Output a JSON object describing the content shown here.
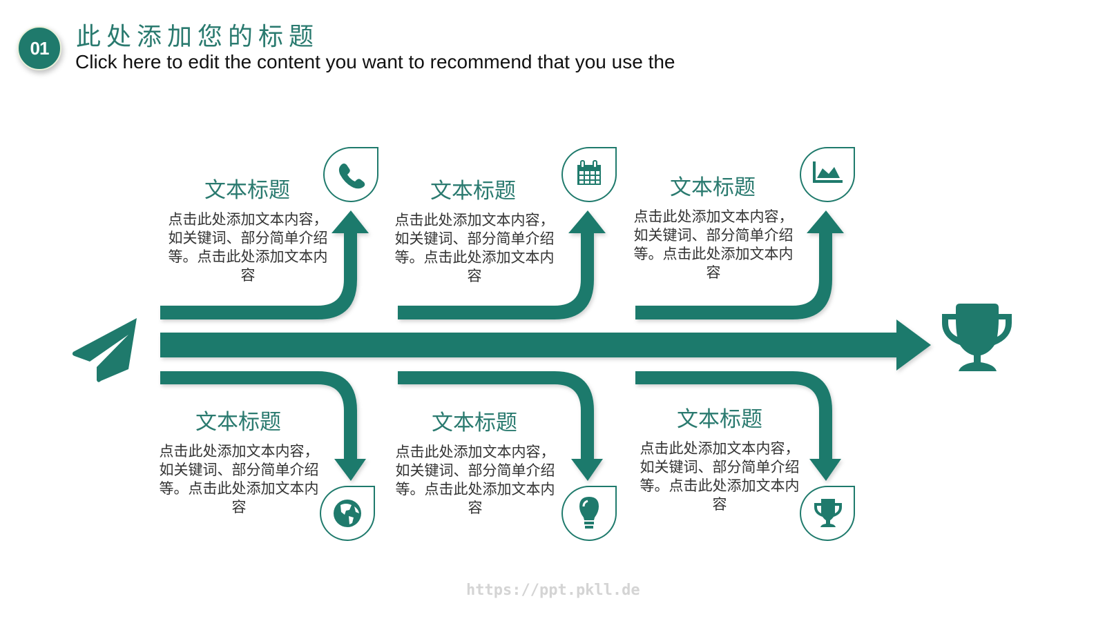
{
  "header": {
    "badge": "01",
    "title": "此处添加您的标题",
    "subtitle": "Click here to edit the content you want to recommend that you use the"
  },
  "colors": {
    "accent": "#1f7a6c",
    "title_text": "#2a7a6f",
    "body_text": "#333333"
  },
  "diagram": {
    "start_icon": "paper-plane-icon",
    "end_icon": "trophy-icon",
    "items": [
      {
        "position": "top-1",
        "icon": "phone-icon",
        "title": "文本标题",
        "body": "点击此处添加文本内容，如关键词、部分简单介绍等。点击此处添加文本内容"
      },
      {
        "position": "top-2",
        "icon": "calendar-icon",
        "title": "文本标题",
        "body": "点击此处添加文本内容，如关键词、部分简单介绍等。点击此处添加文本内容"
      },
      {
        "position": "top-3",
        "icon": "area-chart-icon",
        "title": "文本标题",
        "body": "点击此处添加文本内容，如关键词、部分简单介绍等。点击此处添加文本内容"
      },
      {
        "position": "bottom-1",
        "icon": "globe-icon",
        "title": "文本标题",
        "body": "点击此处添加文本内容，如关键词、部分简单介绍等。点击此处添加文本内容"
      },
      {
        "position": "bottom-2",
        "icon": "lightbulb-icon",
        "title": "文本标题",
        "body": "点击此处添加文本内容，如关键词、部分简单介绍等。点击此处添加文本内容"
      },
      {
        "position": "bottom-3",
        "icon": "trophy-small-icon",
        "title": "文本标题",
        "body": "点击此处添加文本内容，如关键词、部分简单介绍等。点击此处添加文本内容"
      }
    ]
  },
  "watermark": "https://ppt.pkll.de"
}
